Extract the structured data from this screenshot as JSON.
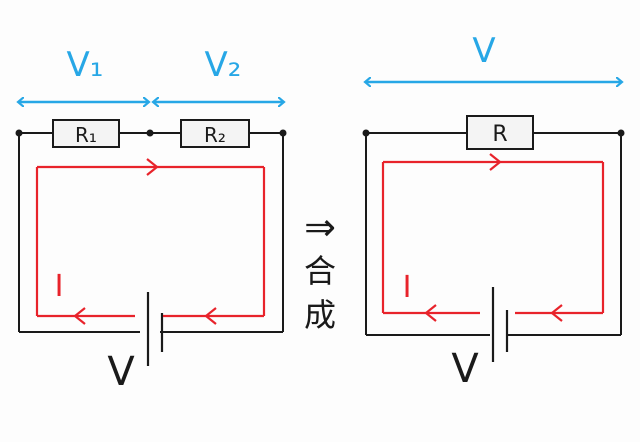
{
  "colors": {
    "wire": "#1a1a1a",
    "current": "#e8232b",
    "voltage_arrow": "#27a7e6",
    "resistor_fill": "#f4f4f4",
    "background": "#fdfdfd"
  },
  "left_circuit": {
    "voltage_label_1": "V₁",
    "voltage_label_2": "V₂",
    "resistor_1_label": "R₁",
    "resistor_2_label": "R₂",
    "current_label": "I",
    "battery_label": "V"
  },
  "transition": {
    "arrow": "⇒",
    "text_1": "合",
    "text_2": "成"
  },
  "right_circuit": {
    "voltage_label": "V",
    "resistor_label": "R",
    "current_label": "I",
    "battery_label": "V"
  }
}
